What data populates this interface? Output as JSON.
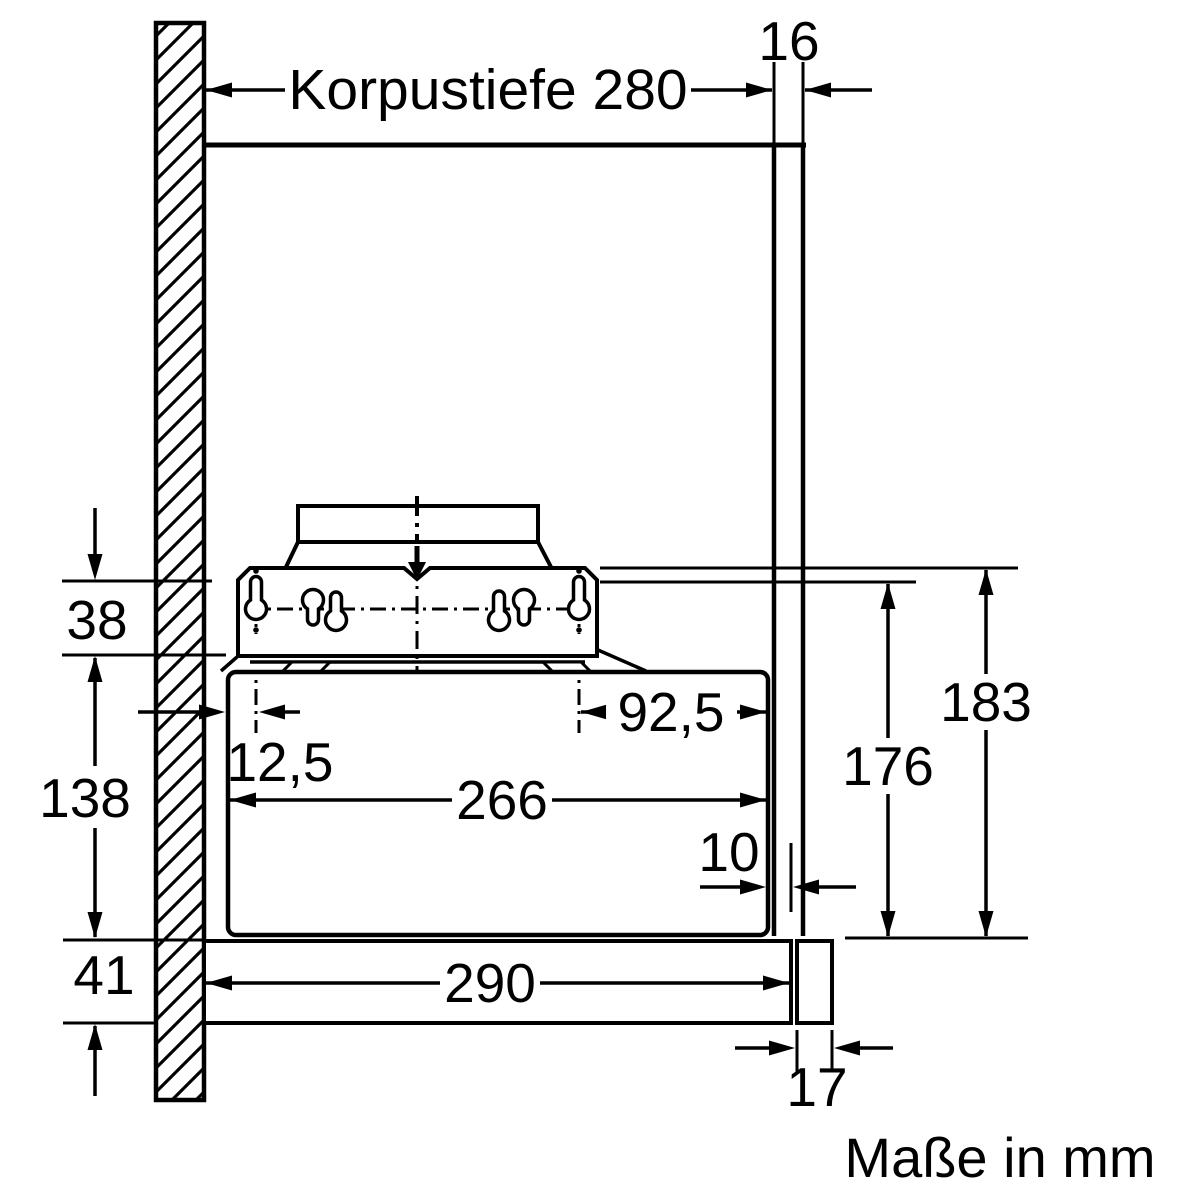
{
  "diagram": {
    "unit_note": "Maße in mm",
    "labels": {
      "korpustiefe": "Korpustiefe 280",
      "panel_16": "16",
      "offset_38": "38",
      "height_138": "138",
      "height_41": "41",
      "offset_12_5": "12,5",
      "offset_92_5": "92,5",
      "depth_266": "266",
      "gap_10": "10",
      "depth_290": "290",
      "depth_17": "17",
      "height_176": "176",
      "height_183": "183"
    }
  }
}
